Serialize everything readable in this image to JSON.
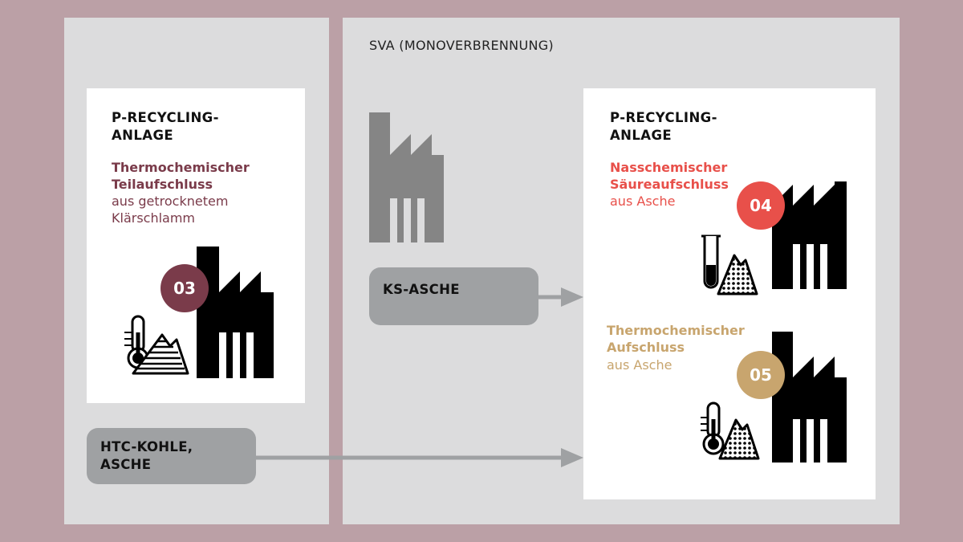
{
  "regions": {
    "sva_label": "SVA (MONOVERBRENNUNG)"
  },
  "left_card": {
    "title_line1": "P-RECYCLING-",
    "title_line2": "ANLAGE",
    "process_line1": "Thermochemischer",
    "process_line2": "Teilaufschluss",
    "desc_line1": "aus getrocknetem",
    "desc_line2": "Klärschlamm",
    "badge": "03",
    "badge_color": "#7a3b4a",
    "process_color": "#7a3b4a"
  },
  "right_card": {
    "title_line1": "P-RECYCLING-",
    "title_line2": "ANLAGE",
    "process_a": {
      "line1": "Nasschemischer",
      "line2": "Säureaufschluss",
      "desc": "aus Asche",
      "badge": "04",
      "color": "#e8504a"
    },
    "process_b": {
      "line1": "Thermochemischer",
      "line2": "Aufschluss",
      "desc": "aus Asche",
      "badge": "05",
      "color": "#c8a56e"
    }
  },
  "flows": {
    "ks_asche": "KS-ASCHE",
    "htc_line1": "HTC-KOHLE,",
    "htc_line2": "ASCHE"
  },
  "icons": [
    "factory-icon",
    "thermometer-icon",
    "ash-pile-icon",
    "test-tube-icon",
    "arrow-right-icon"
  ],
  "colors": {
    "background": "#bba0a6",
    "panel": "#dcdcdd",
    "pill": "#9fa1a3",
    "arrow": "#9fa1a3",
    "grey_factory": "#858585"
  }
}
